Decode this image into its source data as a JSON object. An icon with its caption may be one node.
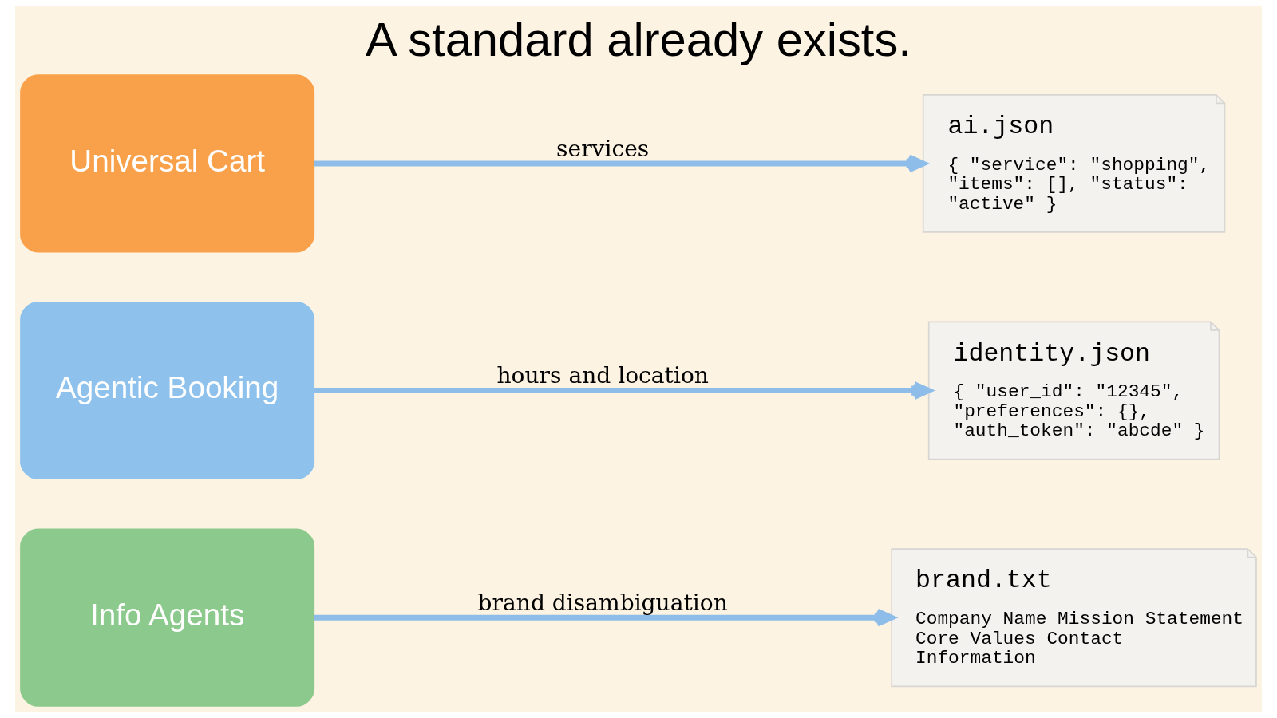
{
  "diagram": {
    "title": "A standard already exists.",
    "nodes": [
      {
        "text": [
          "Universal Cart"
        ]
      },
      {
        "text": [
          "Agentic Booking"
        ]
      },
      {
        "text": [
          "Info Agents"
        ]
      },
      {
        "text": [
          "ai.json",
          "{ \"service\": \"shopping\", \"items\": [], \"status\": \"active\" }"
        ]
      },
      {
        "text": [
          "identity.json",
          "{ \"user_id\": \"12345\", \"preferences\": {}, \"auth_token\": \"abcde\" }"
        ]
      },
      {
        "text": [
          "brand.txt",
          "Company Name Mission Statement Core Values Contact Information"
        ]
      }
    ],
    "edges": [
      {
        "from": 0,
        "to": 3,
        "arrow": "to",
        "label": "services"
      },
      {
        "from": 1,
        "to": 4,
        "arrow": "to",
        "label": "hours and location"
      },
      {
        "from": 2,
        "to": 5,
        "arrow": "to",
        "label": "brand disambiguation"
      }
    ]
  }
}
